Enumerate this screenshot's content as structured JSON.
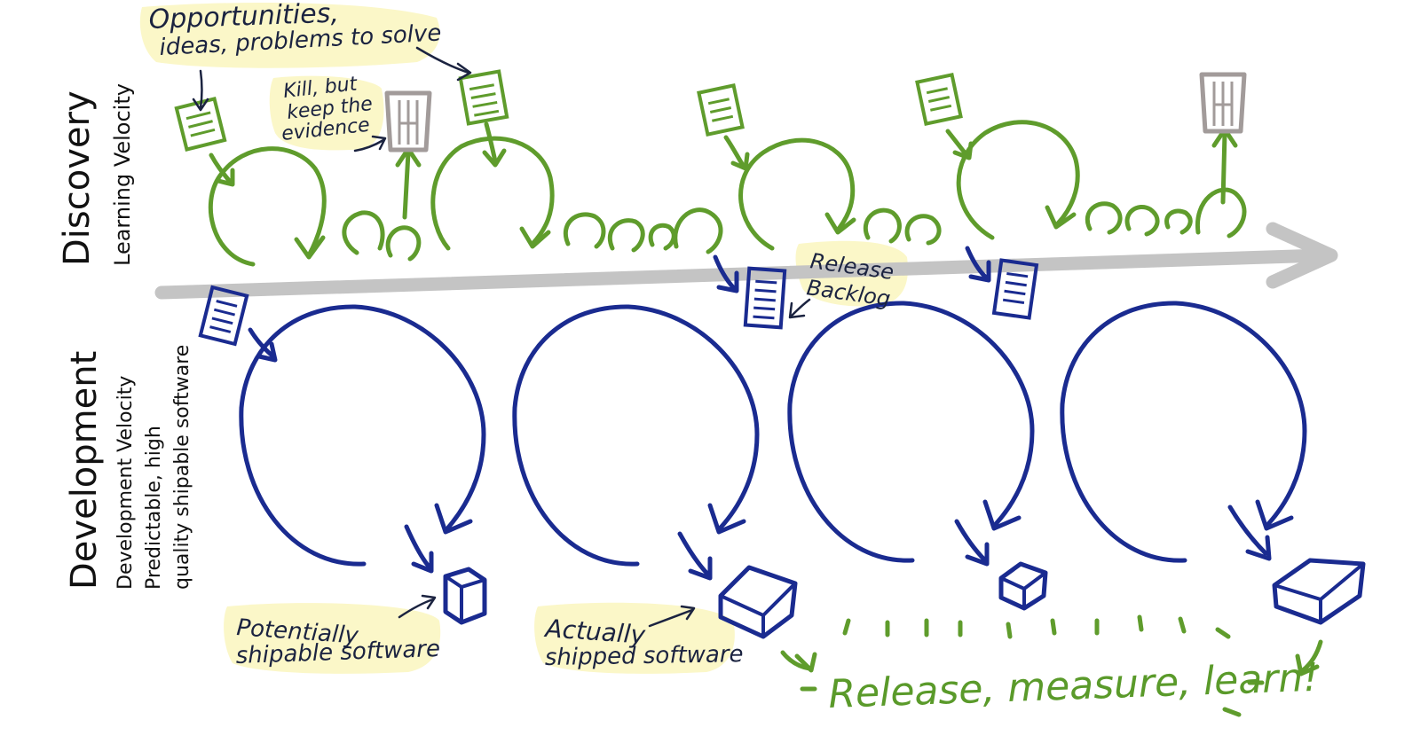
{
  "colors": {
    "discovery_green": "#5f9c2c",
    "development_blue": "#1a2b90",
    "timeline_gray": "#c4c4c4",
    "ink_dark": "#1b2340",
    "highlight_yellow": "#fbf7c8",
    "trash_gray": "#a29b9a"
  },
  "discovery": {
    "title": "Discovery",
    "subtitle": "Learning Velocity"
  },
  "development": {
    "title": "Development",
    "line1": "Development Velocity",
    "line2": "Predictable, high",
    "line3": "quality shipable software"
  },
  "notes": {
    "opportunities_1": "Opportunities,",
    "opportunities_2": "ideas, problems to solve",
    "kill_1": "Kill, but",
    "kill_2": "keep the",
    "kill_3": "evidence",
    "release_backlog_1": "Release",
    "release_backlog_2": "Backlog",
    "potentially_1": "Potentially",
    "potentially_2": "shipable software",
    "actually_1": "Actually",
    "actually_2": "shipped software",
    "release_measure_learn": "Release, measure, learn!"
  },
  "icons": [
    "backlog-card-icon",
    "trash-can-icon",
    "software-box-icon"
  ]
}
